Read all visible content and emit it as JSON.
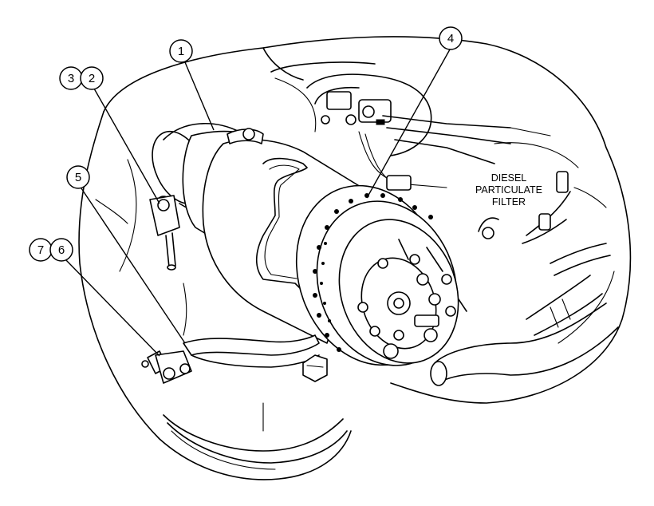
{
  "diagram": {
    "callouts": [
      {
        "id": "1",
        "label": "1"
      },
      {
        "id": "2",
        "label": "2"
      },
      {
        "id": "3",
        "label": "3"
      },
      {
        "id": "4",
        "label": "4"
      },
      {
        "id": "5",
        "label": "5"
      },
      {
        "id": "6",
        "label": "6"
      },
      {
        "id": "7",
        "label": "7"
      }
    ],
    "dpf_label": {
      "line1": "DIESEL",
      "line2": "PARTICULATE",
      "line3": "FILTER"
    }
  }
}
